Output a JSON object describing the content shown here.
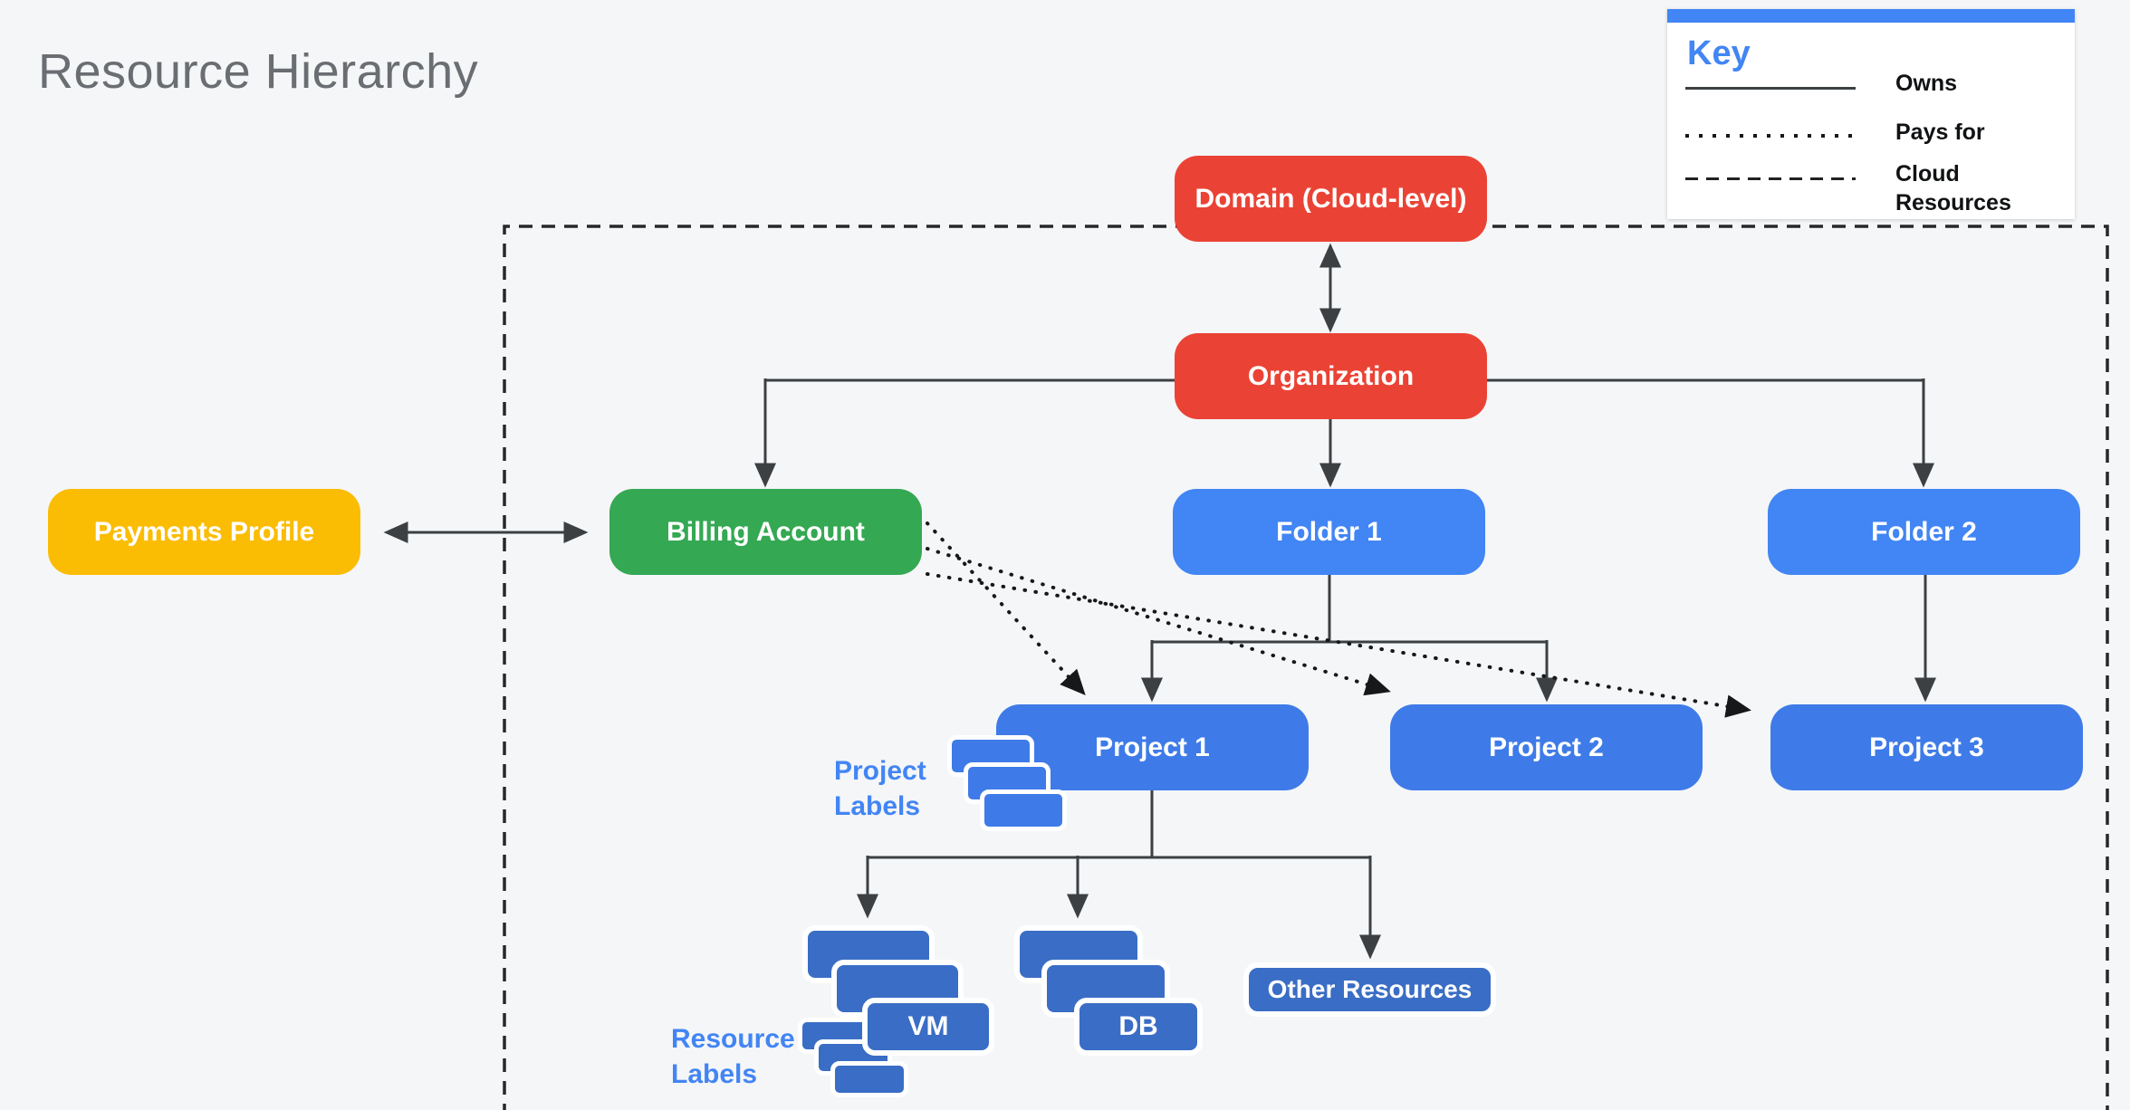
{
  "title": "Resource Hierarchy",
  "key": {
    "heading": "Key",
    "items": [
      {
        "style": "solid",
        "label": "Owns"
      },
      {
        "style": "dotted",
        "label": "Pays for"
      },
      {
        "style": "dashed",
        "label": "Cloud Resources"
      }
    ]
  },
  "nodes": {
    "domain": "Domain (Cloud-level)",
    "organization": "Organization",
    "payments_profile": "Payments Profile",
    "billing_account": "Billing Account",
    "folder_1": "Folder 1",
    "folder_2": "Folder 2",
    "project_1": "Project 1",
    "project_2": "Project 2",
    "project_3": "Project 3",
    "vm": "VM",
    "db": "DB",
    "other_resources": "Other Resources"
  },
  "annotations": {
    "project_labels": "Project Labels",
    "resource_labels": "Resource Labels"
  },
  "colors": {
    "red": "#EA4335",
    "blue": "#4285F4",
    "project_blue": "#3E7BE8",
    "resource_blue": "#3A6DC5",
    "green": "#34A853",
    "yellow": "#FBBC04",
    "text_blue": "#4285F4",
    "arrow": "#3C4043",
    "background": "#F5F6F8"
  }
}
